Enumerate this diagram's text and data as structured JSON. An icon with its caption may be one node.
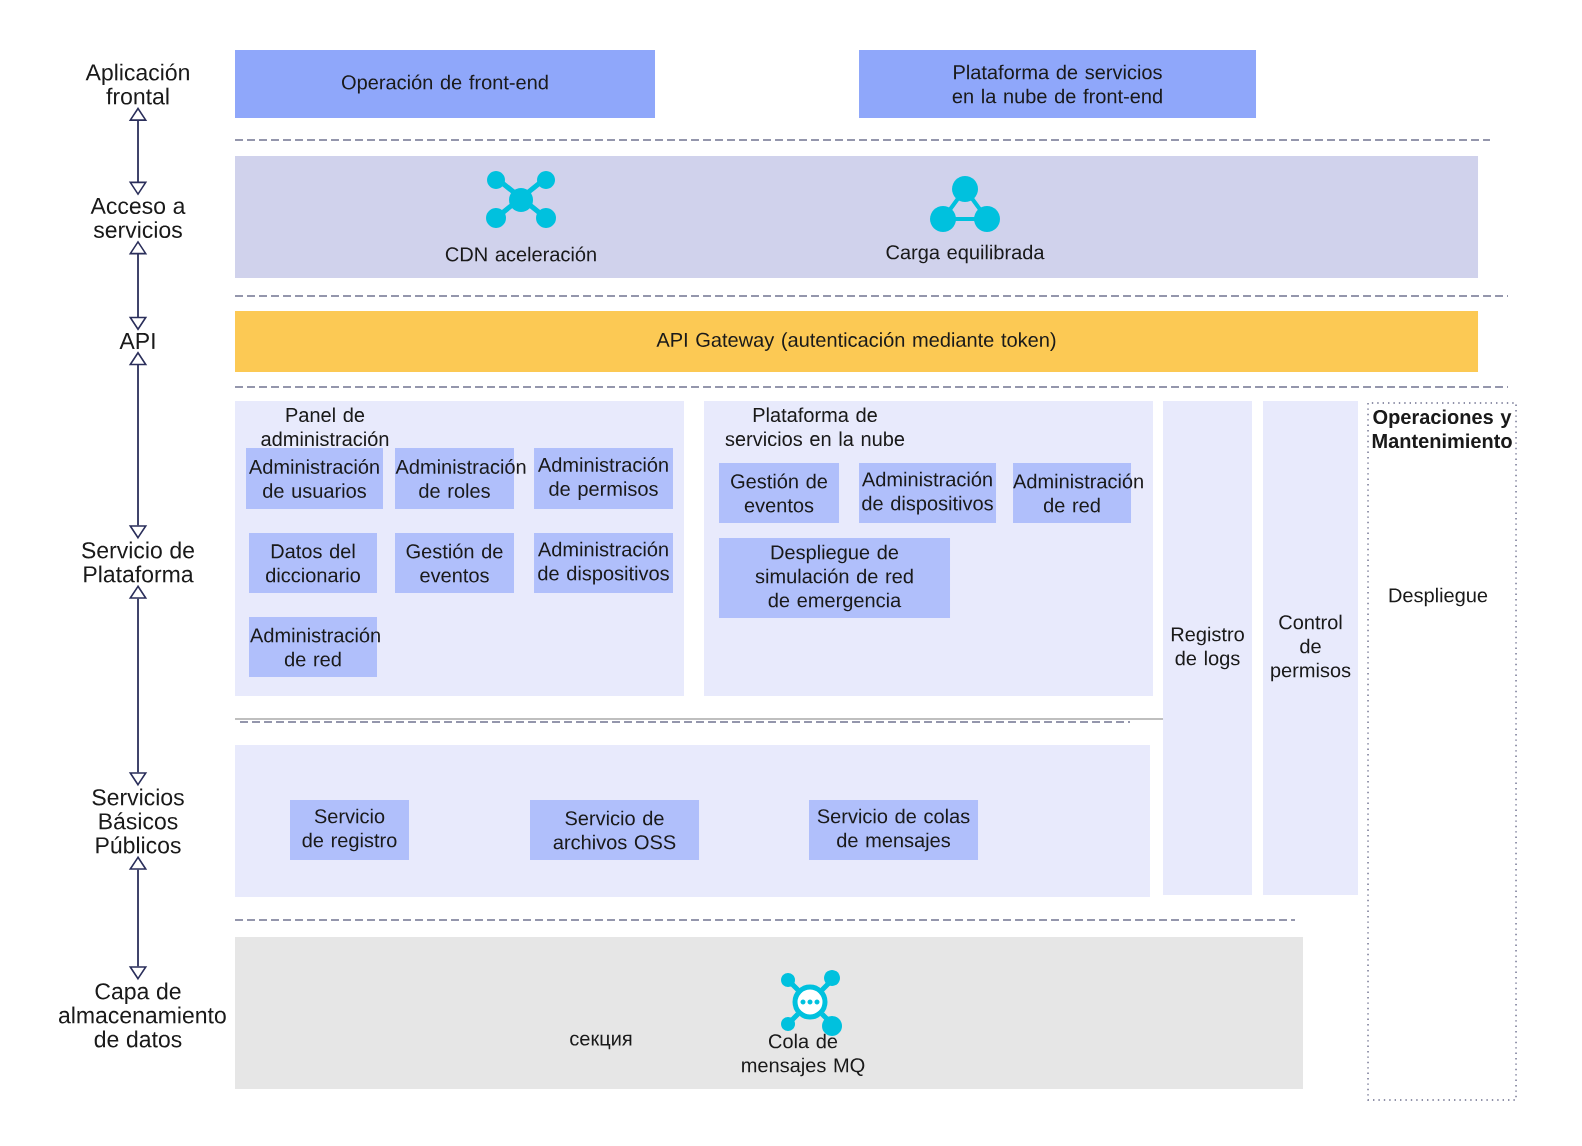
{
  "diagram": {
    "nodes": [
      {
        "text": [
          "Aplicación frontal"
        ]
      },
      {
        "text": [
          "Acceso a servicios"
        ]
      },
      {
        "text": [
          "API"
        ]
      },
      {
        "text": [
          "Servicio de Plataforma"
        ]
      },
      {
        "text": [
          "Servicios Básicos Públicos"
        ]
      },
      {
        "text": [
          "Capa de almacenamiento de datos"
        ]
      },
      {
        "text": [
          "Operación de front-end"
        ]
      },
      {
        "text": [
          "Plataforma de servicios en la nube de front-end"
        ]
      },
      {
        "text": [],
        "shape": "box"
      },
      {
        "text": [
          "CDN aceleración"
        ],
        "in": 8
      },
      {
        "text": [
          "Carga equilibrada"
        ],
        "in": 8
      },
      {
        "text": [
          "API Gateway (autenticación mediante token)"
        ]
      },
      {
        "text": [
          "Panel de administración"
        ]
      },
      {
        "text": [
          "Administración de usuarios"
        ],
        "in": 12
      },
      {
        "text": [
          "Administración de roles"
        ],
        "in": 12
      },
      {
        "text": [
          "Administración de permisos"
        ],
        "in": 12
      },
      {
        "text": [
          "Datos del diccionario"
        ],
        "in": 12
      },
      {
        "text": [
          "Gestión de eventos"
        ],
        "in": 12
      },
      {
        "text": [
          "Administración de dispositivos"
        ],
        "in": 12
      },
      {
        "text": [
          "Administración de red"
        ],
        "in": 12
      },
      {
        "text": [
          "Plataforma de servicios en la nube"
        ]
      },
      {
        "text": [
          "Gestión de eventos"
        ],
        "in": 20
      },
      {
        "text": [
          "Administración de dispositivos"
        ],
        "in": 20
      },
      {
        "text": [
          "Administración de red"
        ],
        "in": 20
      },
      {
        "text": [
          "Despliegue de simulación de red de emergencia"
        ],
        "in": 20
      },
      {
        "text": [
          "Registro de logs"
        ]
      },
      {
        "text": [
          "Control de permisos"
        ]
      },
      {
        "text": [
          "Operaciones y Mantenimiento"
        ]
      },
      {
        "text": [
          "Despliegue"
        ],
        "in": 27
      },
      {
        "text": [],
        "shape": "box"
      },
      {
        "text": [
          "Servicio de registro"
        ],
        "in": 29
      },
      {
        "text": [
          "Servicio de archivos OSS"
        ],
        "in": 29
      },
      {
        "text": [
          "Servicio de colas de mensajes"
        ],
        "in": 29
      },
      {
        "text": [],
        "shape": "box"
      },
      {
        "text": [
          "секция"
        ],
        "in": 33
      },
      {
        "text": [
          "Cola de mensajes MQ"
        ],
        "in": 33
      }
    ],
    "edges": [
      {
        "from": 0,
        "to": 1,
        "arrow": "both"
      },
      {
        "from": 1,
        "to": 2,
        "arrow": "both"
      },
      {
        "from": 2,
        "to": 3,
        "arrow": "both"
      },
      {
        "from": 3,
        "to": 4,
        "arrow": "both"
      },
      {
        "from": 4,
        "to": 5,
        "arrow": "both"
      }
    ]
  }
}
